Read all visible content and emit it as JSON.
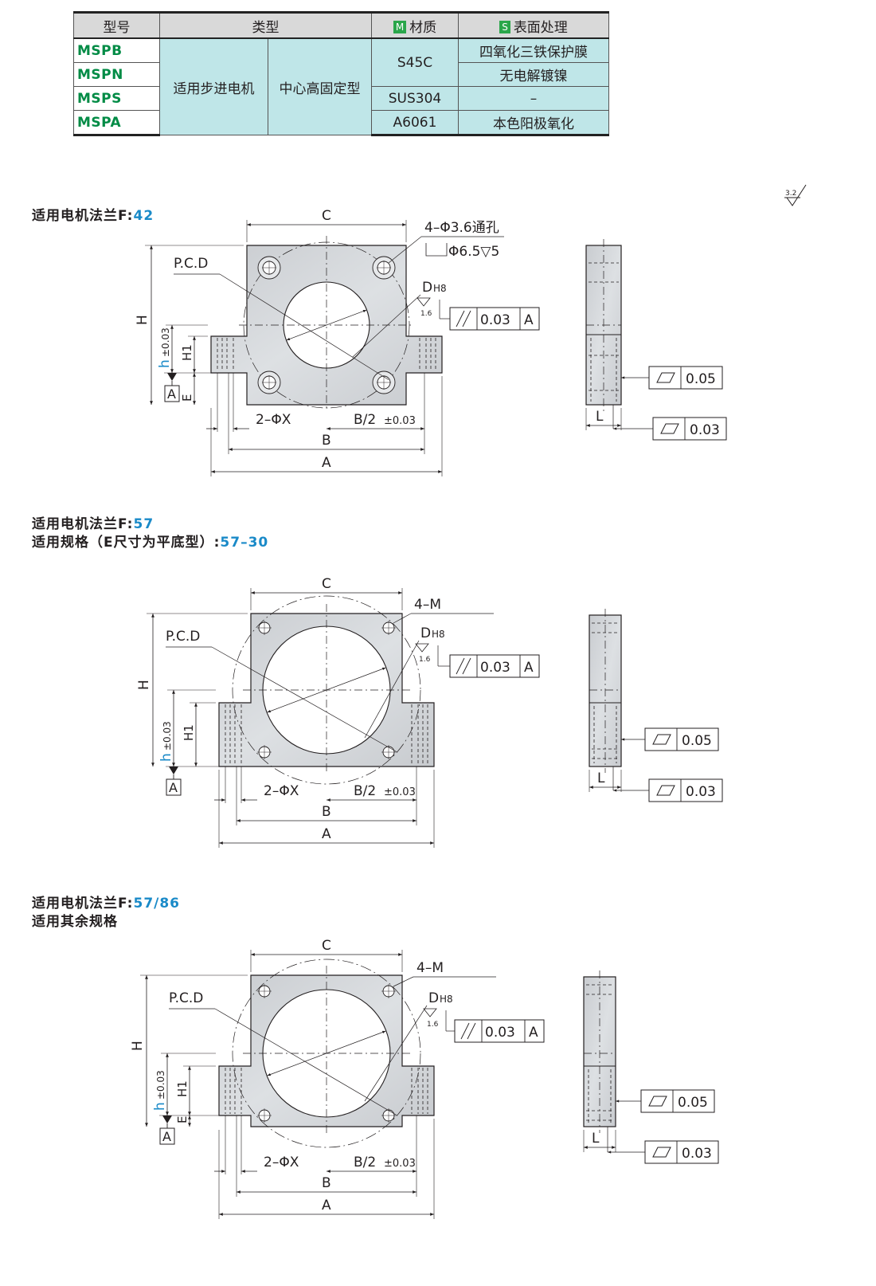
{
  "table": {
    "headers": {
      "model": "型号",
      "type": "类型",
      "material_tag": "M",
      "material": "材质",
      "surface_tag": "S",
      "surface": "表面处理"
    },
    "models": [
      "MSPB",
      "MSPN",
      "MSPS",
      "MSPA"
    ],
    "type_col1": "适用步进电机",
    "type_col2": "中心高固定型",
    "materials": [
      "S45C",
      "SUS304",
      "A6061"
    ],
    "surfaces": [
      "四氧化三铁保护膜",
      "无电解镀镍",
      "–",
      "本色阳极氧化"
    ]
  },
  "roughness_note": "3.2",
  "sections": [
    {
      "title_label": "适用电机法兰F:",
      "title_value": "42",
      "subtitle_label": "",
      "subtitle_value": "",
      "hole_note_line1": "4–Φ3.6通孔",
      "hole_note_line2": "Φ6.5▽5",
      "labels": {
        "C": "C",
        "A": "A",
        "B": "B",
        "H": "H",
        "H1": "H1",
        "E": "E",
        "h": "h",
        "h_tol": "±0.03",
        "pcd": "P.C.D",
        "d": "D",
        "d_fit": "H8",
        "x": "2–ΦX",
        "b2": "B/2",
        "b2_tol": "±0.03",
        "datum": "A",
        "rough": "1.6",
        "par_tol": "0.03",
        "par_datum": "A",
        "flat1": "0.05",
        "flat2": "0.03",
        "L": "L"
      }
    },
    {
      "title_label": "适用电机法兰F:",
      "title_value": "57",
      "subtitle_label": "适用规格（E尺寸为平底型）:",
      "subtitle_value": "57–30",
      "hole_note_line1": "4–M",
      "hole_note_line2": "",
      "labels": {
        "C": "C",
        "A": "A",
        "B": "B",
        "H": "H",
        "H1": "H1",
        "E": "",
        "h": "h",
        "h_tol": "±0.03",
        "pcd": "P.C.D",
        "d": "D",
        "d_fit": "H8",
        "x": "2–ΦX",
        "b2": "B/2",
        "b2_tol": "±0.03",
        "datum": "A",
        "rough": "1.6",
        "par_tol": "0.03",
        "par_datum": "A",
        "flat1": "0.05",
        "flat2": "0.03",
        "L": "L"
      }
    },
    {
      "title_label": "适用电机法兰F:",
      "title_value": "57/86",
      "subtitle_label": "适用其余规格",
      "subtitle_value": "",
      "hole_note_line1": "4–M",
      "hole_note_line2": "",
      "labels": {
        "C": "C",
        "A": "A",
        "B": "B",
        "H": "H",
        "H1": "H1",
        "E": "E",
        "h": "h",
        "h_tol": "±0.03",
        "pcd": "P.C.D",
        "d": "D",
        "d_fit": "H8",
        "x": "2–ΦX",
        "b2": "B/2",
        "b2_tol": "±0.03",
        "datum": "A",
        "rough": "1.6",
        "par_tol": "0.03",
        "par_datum": "A",
        "flat1": "0.05",
        "flat2": "0.03",
        "L": "L"
      }
    }
  ],
  "colors": {
    "part_fill": "#d4d6d9",
    "line": "#231f20",
    "model_text": "#008b45",
    "value_text": "#1a8ac8",
    "table_cyan": "#bfe6e8",
    "header_gray": "#d9d9d9",
    "tag_green": "#2aa64a"
  }
}
